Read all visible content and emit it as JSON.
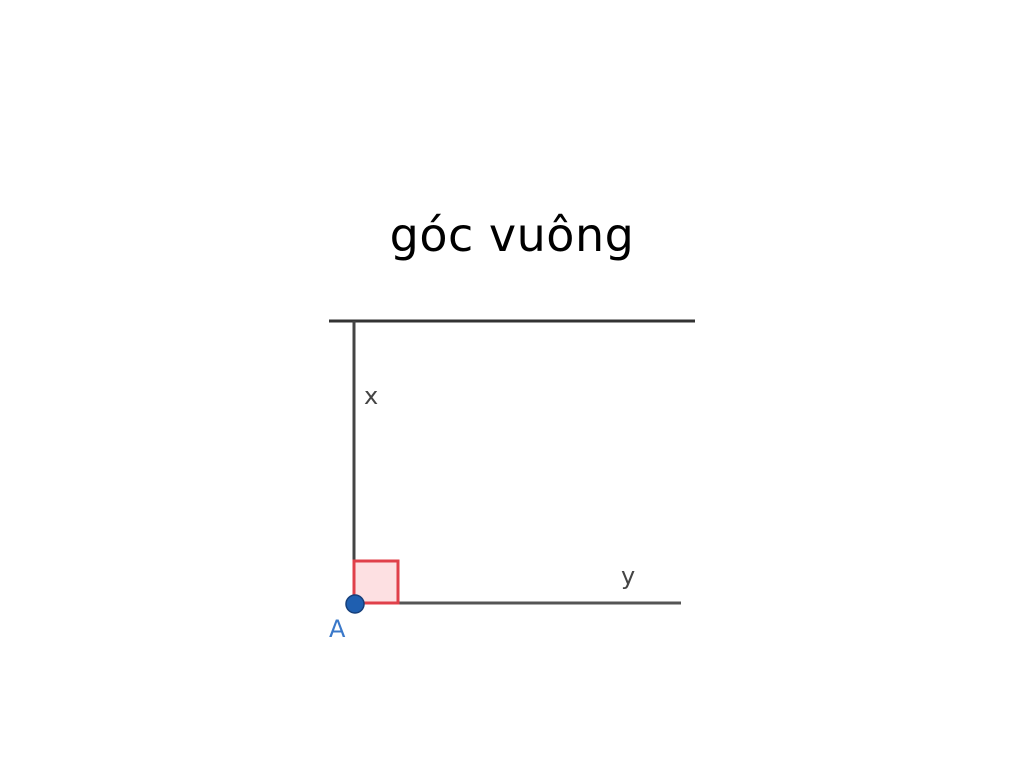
{
  "title": "góc vuông",
  "labels": {
    "ray_x": "x",
    "ray_y": "y",
    "vertex": "A"
  },
  "colors": {
    "line": "#333333",
    "right_angle_stroke": "#e0404a",
    "right_angle_fill": "#fde0e2",
    "vertex_point": "#1f5fb0",
    "vertex_label": "#3a78c9"
  }
}
